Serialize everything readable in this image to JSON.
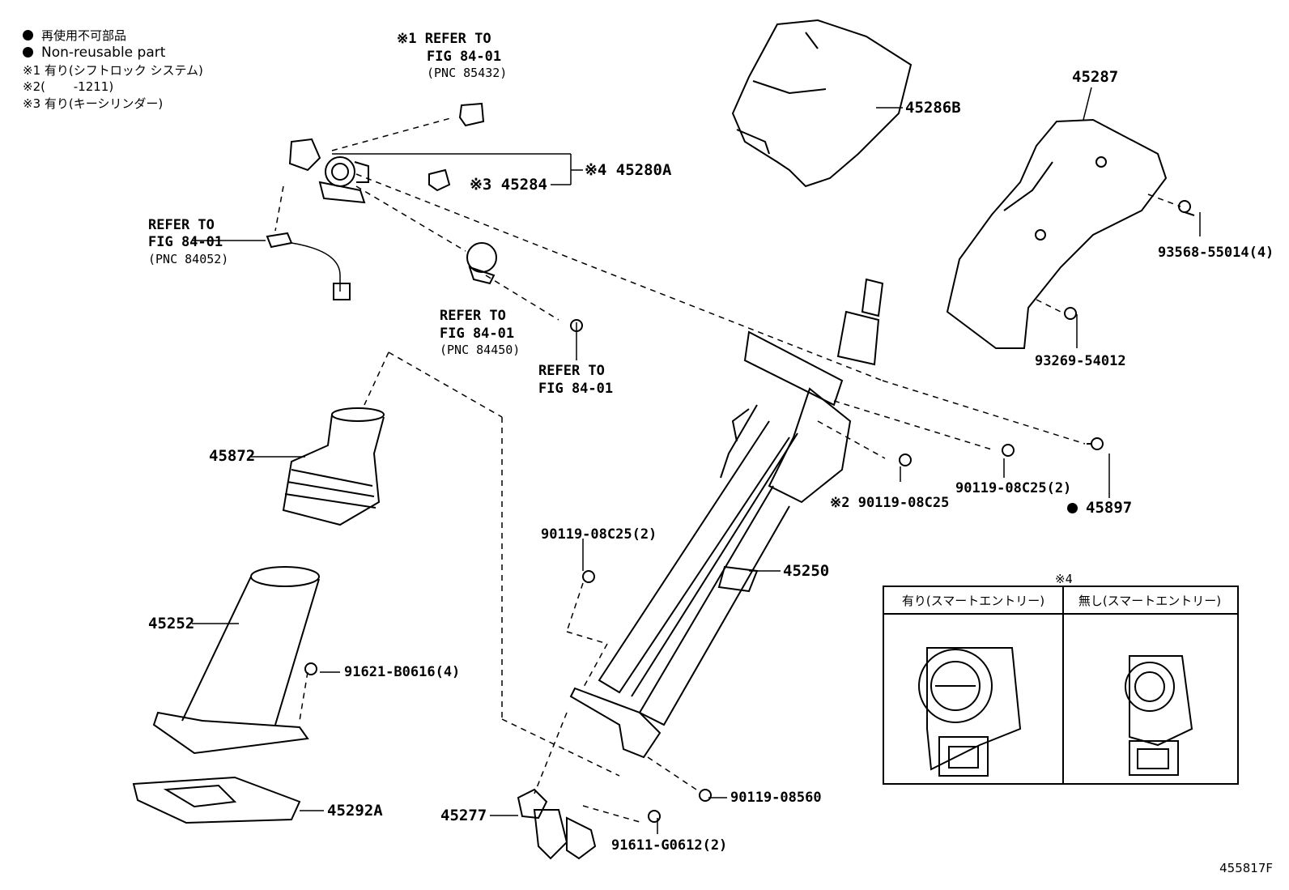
{
  "legend": {
    "line1": "再使用不可部品",
    "line2": "Non-reusable part",
    "note1": "※1 有り(シフトロック システム)",
    "note2": "※2(　　 -1211)",
    "note3": "※3 有り(キーシリンダー)"
  },
  "ref1": {
    "mark": "※1 REFER TO",
    "fig": "FIG 84-01",
    "pnc": "(PNC 85432)"
  },
  "ref2": {
    "line1": "REFER TO",
    "fig": "FIG 84-01",
    "pnc": "(PNC 84052)"
  },
  "ref3": {
    "line1": "REFER TO",
    "fig": "FIG 84-01",
    "pnc": "(PNC 84450)"
  },
  "ref4": {
    "line1": "REFER TO",
    "fig": "FIG 84-01"
  },
  "parts": {
    "p45286B": "45286B",
    "p45287": "45287",
    "p45280A": "※4 45280A",
    "p45284": "※3 45284",
    "p93568": "93568-55014(4)",
    "p93269": "93269-54012",
    "p45872": "45872",
    "p90119_2a": "90119-08C25(2)",
    "p90119_x2": "※2 90119-08C25",
    "p45897": "45897",
    "p90119_2b": "90119-08C25(2)",
    "p45250": "45250",
    "p45252": "45252",
    "p91621": "91621-B0616(4)",
    "p45292A": "45292A",
    "p45277": "45277",
    "p90119_8560": "90119-08560",
    "p91611": "91611-G0612(2)"
  },
  "table": {
    "mark": "※4",
    "col1": "有り(スマートエントリー)",
    "col2": "無し(スマートエントリー)"
  },
  "code": "455817F"
}
